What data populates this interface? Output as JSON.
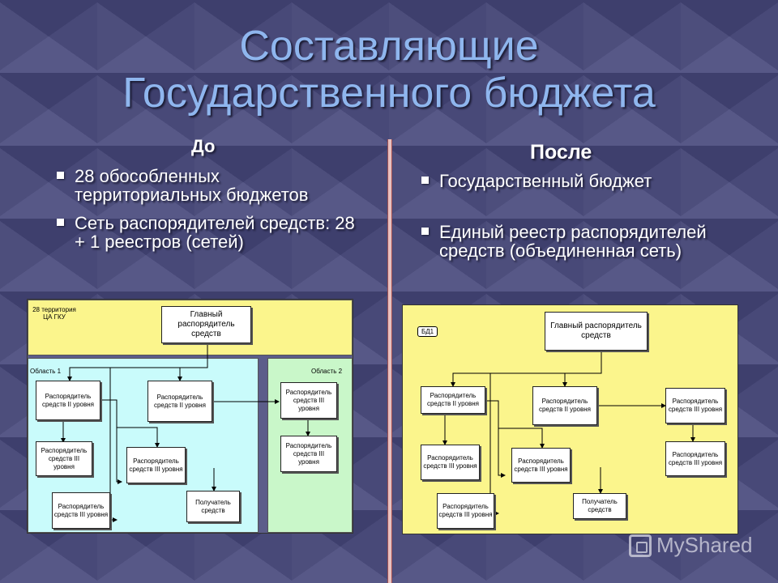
{
  "title_line1": "Составляющие",
  "title_line2": "Государственного бюджета",
  "before": {
    "heading": "До",
    "bullets": [
      "28 обособленных территориальных бюджетов",
      "Сеть распорядителей средств: 28 + 1 реестров (сетей)"
    ]
  },
  "after": {
    "heading": "После",
    "bullets": [
      "Государственный бюджет",
      "Единый реестр распорядителей средств (объединенная сеть)"
    ]
  },
  "left_diagram": {
    "top_label": "28 территория ЦА ГКУ",
    "region1": "Область 1",
    "region2": "Область 2",
    "main": "Главный распорядитель средств",
    "lvl2_a": "Распорядитель средств II уровня",
    "lvl2_b": "Распорядитель средств II уровня",
    "lvl3_a": "Распорядитель средств III уровня",
    "lvl3_b": "Распорядитель средств III уровня",
    "lvl3_c": "Распорядитель средств III уровня",
    "receiver": "Получатель средств",
    "r2_a": "Распорядитель средств III уровня",
    "r2_b": "Распорядитель средств III уровня"
  },
  "right_diagram": {
    "tag": "БД1",
    "main": "Главный распорядитель средств",
    "lvl2_a": "Распорядитель средств II уровня",
    "lvl2_b": "Распорядитель средств II уровня",
    "lvl3_a": "Распорядитель средств III уровня",
    "lvl3_b": "Распорядитель средств III уровня",
    "lvl3_c": "Распорядитель средств III уровня",
    "receiver": "Получатель средств",
    "r_a": "Распорядитель средств III уровня",
    "r_b": "Распорядитель средств III уровня"
  },
  "watermark": "MyShared",
  "colors": {
    "title": "#8fb6ee",
    "yellow": "#fbf58c",
    "cyan": "#c9fbfb",
    "green": "#c9f7c9",
    "background": "#46477a"
  }
}
